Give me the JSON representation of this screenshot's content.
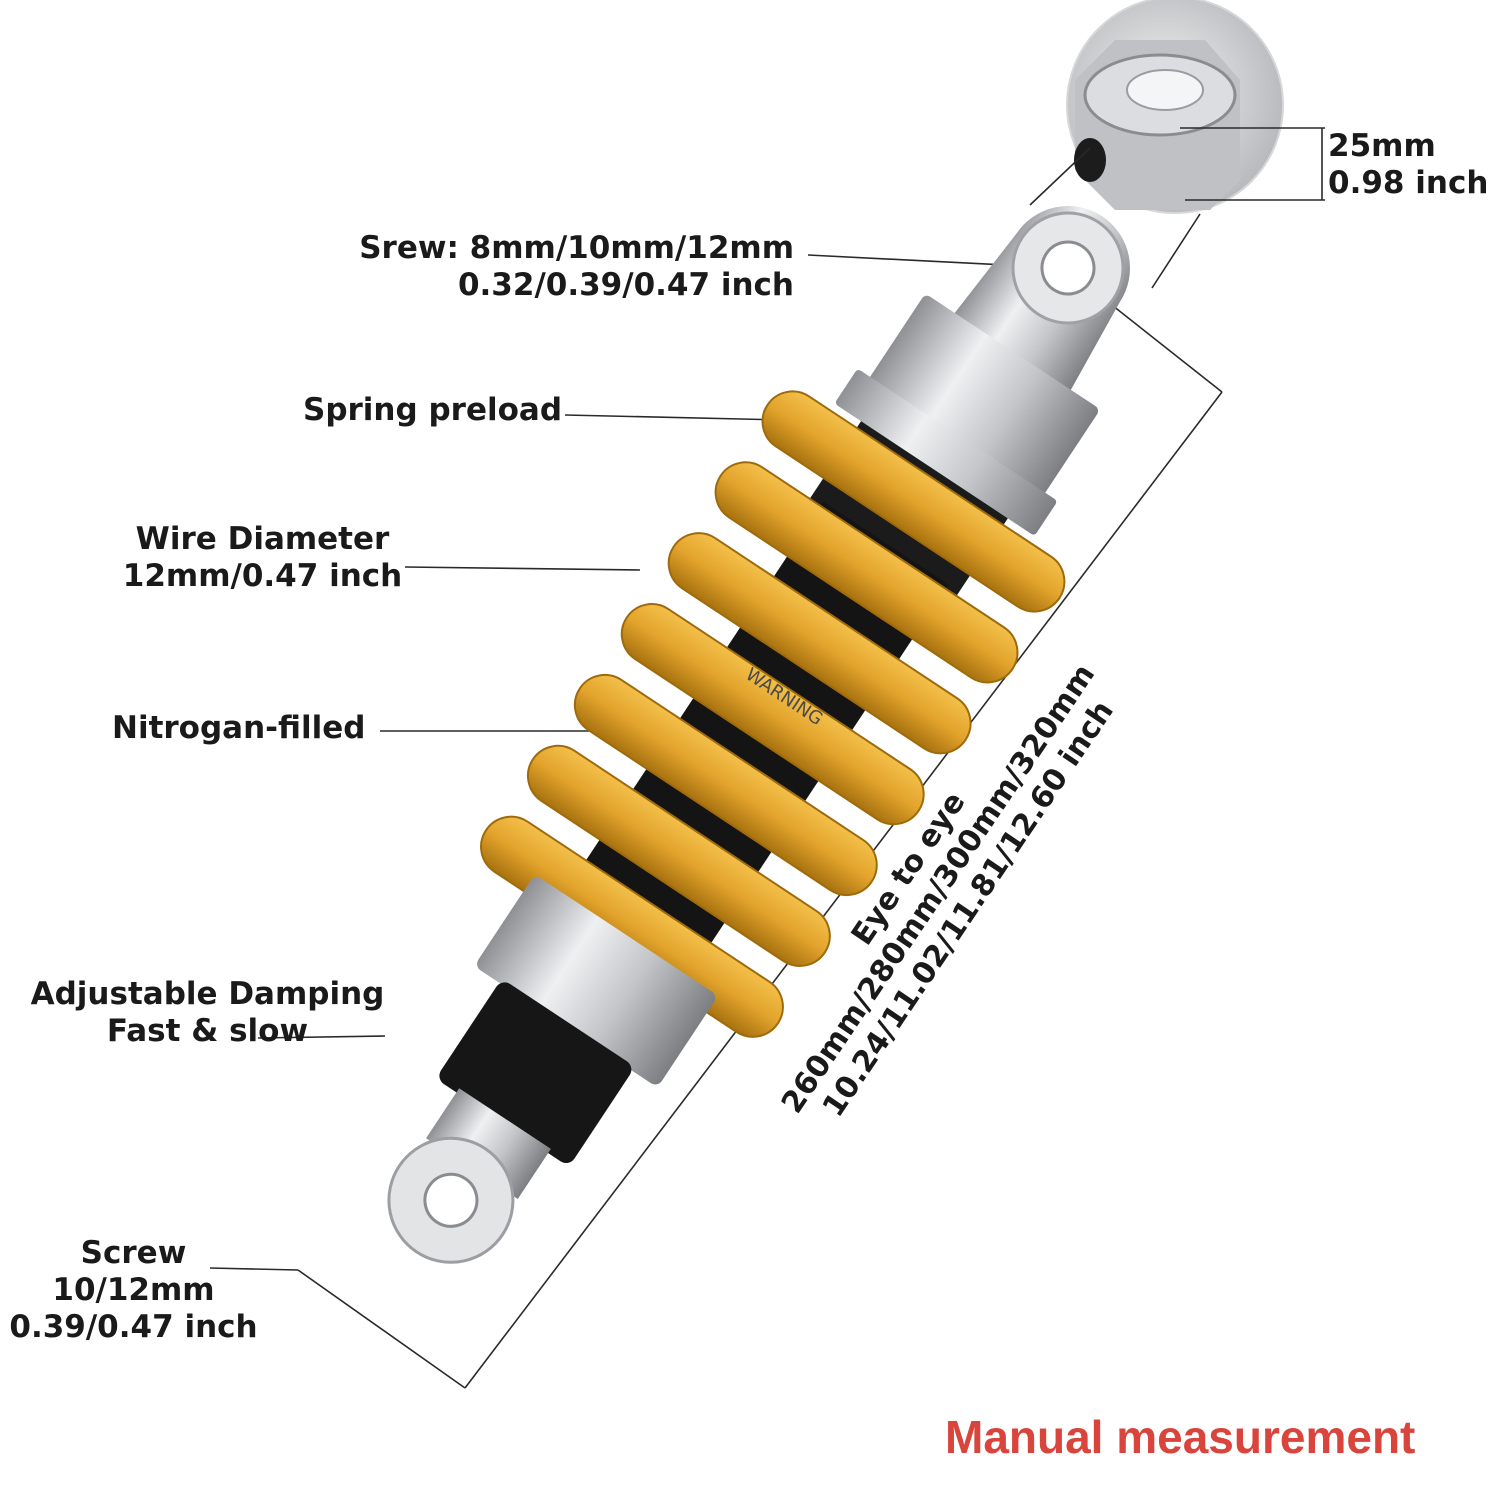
{
  "labels": {
    "top_diameter": {
      "line1": "25mm",
      "line2": "0.98 inch"
    },
    "screw_top": {
      "line1": "Srew: 8mm/10mm/12mm",
      "line2": "0.32/0.39/0.47 inch"
    },
    "spring_preload": "Spring preload",
    "wire_diameter": {
      "line1": "Wire Diameter",
      "line2": "12mm/0.47 inch"
    },
    "nitrogen": "Nitrogan-filled",
    "damping": {
      "line1": "Adjustable Damping",
      "line2": "Fast & slow"
    },
    "screw_bottom": {
      "line1": "Screw",
      "line2": "10/12mm",
      "line3": "0.39/0.47 inch"
    },
    "eye_to_eye": {
      "line1": "Eye to eye",
      "line2": "260mm/280mm/300mm/320mm",
      "line3": "10.24/11.02/11.81/12.60 inch"
    }
  },
  "shock_text": "WARNING",
  "footer": "Manual measurement",
  "colors": {
    "spring": "#e2a32c",
    "spring_shadow": "#b07a14",
    "aluminum": "#c9cbce",
    "body": "#111111",
    "text": "#1a1a1a",
    "footer": "#d9443c"
  }
}
